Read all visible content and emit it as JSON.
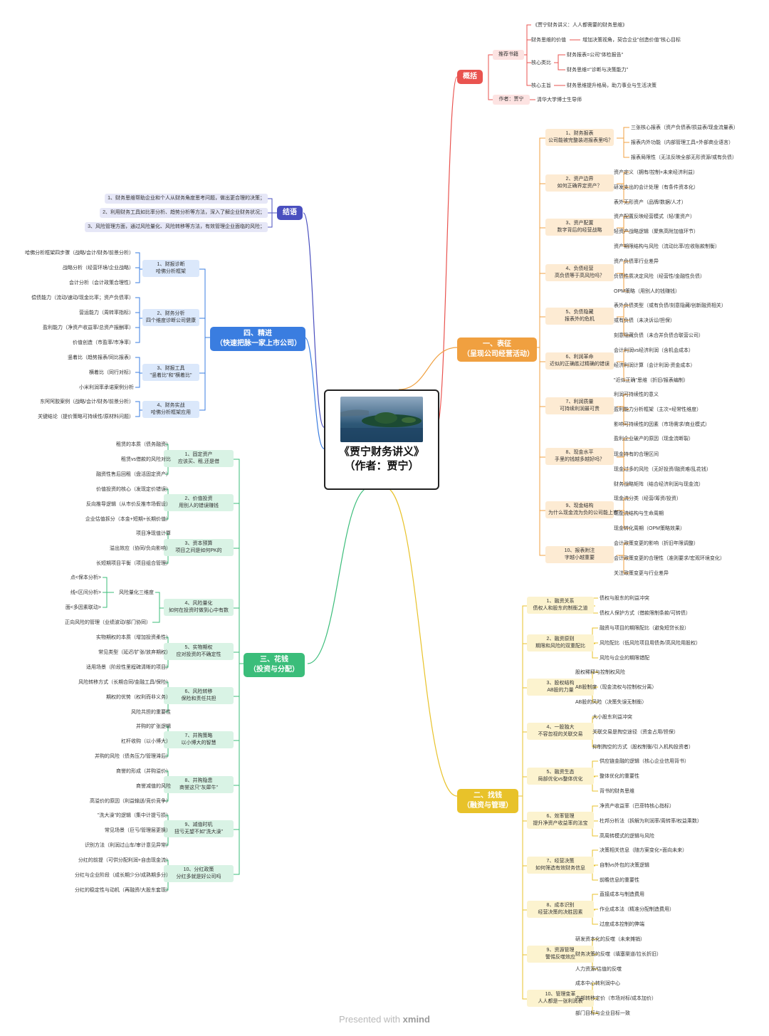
{
  "center": {
    "title_line1": "《贾宁财务讲义》",
    "title_line2": "（作者：贾宁）"
  },
  "watermark": {
    "prefix": "Presented with",
    "brand": "xmind"
  },
  "overview": {
    "label": "概括",
    "book": "推荐书籍",
    "author": "作者：贾宁",
    "author_detail": "清华大学博士生导师",
    "b1": "《贾宁财务讲义：人人都需要的财务思维》",
    "b2": "财务思维的价值",
    "b2d": "增加决策视角，契合企业\"创造价值\"核心目标",
    "b3": "核心类比",
    "b3a": "财务报表=公司\"体检报告\"",
    "b3b": "财务思维=\"诊断与决策能力\"",
    "b4": "核心主旨",
    "b4d": "财务思维提升格局，助力事业与生活决策"
  },
  "conclusion": {
    "label": "结语",
    "items": [
      "1、财务思维帮助企业和个人从财务角度思考问题，做出更合理的决策；",
      "2、利用财务工具如比率分析、趋势分析等方法，深入了解企业财务状况；",
      "3、风险管理方面，通过风险量化、风险转移等方法，有效管理企业面临的风险；"
    ]
  },
  "biaozheng": {
    "label1": "一、表征",
    "label2": "（呈现公司经营活动）",
    "groups": [
      {
        "t1": "1、财务报表",
        "t2": "公司能被完整装进报表里吗？",
        "leaves": [
          "三张核心报表（资产负债表/损益表/现金流量表）",
          "报表内外功能（内部管理工具+外部商业语言）",
          "报表局限性（无法反映全部无形资源/或有负债）"
        ]
      },
      {
        "t1": "2、资产边界",
        "t2": "如何正确界定资产？",
        "leaves": [
          "资产定义（拥有/控制+未来经济利益）",
          "研发支出的会计处理（有条件资本化）",
          "表外无形资产（品牌/数据/人才）"
        ]
      },
      {
        "t1": "3、资产配置",
        "t2": "数字背后的经营战略",
        "leaves": [
          "资产配置反映经营模式（轻/重资产）",
          "轻资产战略逻辑（聚焦高附加值环节）",
          "资产期限结构与风险（流动比率/应收账款制衡）"
        ]
      },
      {
        "t1": "4、负债经营",
        "t2": "高负债等于高风险吗？",
        "leaves": [
          "资产负债率行业差异",
          "负债性质决定风险（经营性/金融性负债）",
          "OPM策略（用别人的钱赚钱）"
        ]
      },
      {
        "t1": "5、负债隐藏",
        "t2": "报表外的危机",
        "leaves": [
          "表外负债类型（或有负债/刻意隐藏/创新融资相关）",
          "或有负债（未决诉讼/担保）",
          "刻意隐藏负债（未合并负债合联营公司）"
        ]
      },
      {
        "t1": "6、利润革命",
        "t2": "近似的正确胜过精确的错误",
        "leaves": [
          "会计利润vs经济利润（含机会成本）",
          "经济利润计算（会计利润-资金成本）",
          "\"近似正确\"思维（折旧/报表编制）"
        ]
      },
      {
        "t1": "7、利润质量",
        "t2": "可持续利润最可贵",
        "leaves": [
          "利润可持续性的意义",
          "盈利能力分析框架（主次+经常性维度）",
          "影响可持续性的因素（市场需求/商业模式）"
        ]
      },
      {
        "t1": "8、现金水平",
        "t2": "手里的钱越多越好吗？",
        "leaves": [
          "盈利企业破产的原因（现金流断裂）",
          "现金持有的合理区间",
          "现金过多的风险（无好投资/融资难/乱花钱）",
          "财务战略矩阵（结合经济利润与现金流）"
        ]
      },
      {
        "t1": "9、现金结构",
        "t2": "为什么现金流为负的公司能上市？",
        "leaves": [
          "现金流分类（经营/筹资/投资）",
          "现金流结构与生命周期",
          "现金转化周期（OPM策略效果）"
        ]
      },
      {
        "t1": "10、报表附注",
        "t2": "字越小越重要",
        "leaves": [
          "会计政策变更的影响（折旧年限调整）",
          "会计政策变更的合理性（准则要求/宏观环境变化）",
          "关注政策变更与行业差异"
        ]
      }
    ]
  },
  "zhaoqian": {
    "label1": "二、找钱",
    "label2": "（融资与管理）",
    "groups": [
      {
        "t1": "1、融资关系",
        "t2": "债权人和股东的制衡之道",
        "leaves": [
          "债权与股东的利益冲突",
          "债权人保护方式（借款限制条款/可转债）"
        ]
      },
      {
        "t1": "2、融资原则",
        "t2": "期限和风险的双重配比",
        "leaves": [
          "融资与项目的期限配比（避免短贷长投）",
          "风险配比（低风险项目用债务/高风险用股权）",
          "风险与企业的期限错配"
        ]
      },
      {
        "t1": "3、股权结构",
        "t2": "AB股的力量",
        "leaves": [
          "股权稀释与控制权风险",
          "AB股制度（现金流权与控制权分离）",
          "AB股的风险（决策失误无制衡）"
        ]
      },
      {
        "t1": "4、一股独大",
        "t2": "不容忽视的关联交易",
        "leaves": [
          "大小股东利益冲突",
          "关联交易是掏空途径（资金占用/担保）",
          "抑制掏空的方式（股权制衡/引入机构投资者）"
        ]
      },
      {
        "t1": "5、融资生态",
        "t2": "局部优化vs整体优化",
        "leaves": [
          "供应链金融的逻辑（核心企业信用背书）",
          "整体优化的重要性",
          "背书的财务思维"
        ]
      },
      {
        "t1": "6、效率管理",
        "t2": "提升净资产收益率的法宝",
        "leaves": [
          "净资产收益率（巴菲特核心指标）",
          "杜邦分析法（拆解为利润率/周转率/权益乘数）",
          "高周转模式的逻辑与风险"
        ]
      },
      {
        "t1": "7、经营决策",
        "t2": "如何筛选有效财务信息",
        "leaves": [
          "决策相关信息（随方案变化+面向未来）",
          "自制vs外包的决策逻辑",
          "前瞻信息的重要性"
        ]
      },
      {
        "t1": "8、成本识别",
        "t2": "经营决策的决胜因素",
        "leaves": [
          "直接成本与制造费用",
          "作业成本法（精准分配制造费用）",
          "过度成本控制的弊端"
        ]
      },
      {
        "t1": "9、资源管理",
        "t2": "警惕反噬效应",
        "leaves": [
          "研发资本化的反噬（未来摊销）",
          "财务决策的反噬（填塞渠道/拉长折旧）",
          "人力资源/估值的反噬"
        ]
      },
      {
        "t1": "10、管理变革",
        "t2": "人人都是一张利润表",
        "leaves": [
          "成本中心转利润中心",
          "内部转移定价（市场对标/成本加价）",
          "部门目标与企业目标一致"
        ]
      }
    ]
  },
  "huaqian": {
    "label1": "三、花钱",
    "label2": "（投资与分配）",
    "groups": [
      {
        "t1": "1、固定资产",
        "t2": "应该买、租,还是借",
        "leaves": [
          "租赁的本质（债务融资）",
          "租赁vs借款的风险对比",
          "融资性售后回租（盘活固定资产）"
        ]
      },
      {
        "t1": "2、价值投资",
        "t2": "用别人的错误赚钱",
        "leaves": [
          "价值投资的核心（发现定价错误）",
          "反向推导逻辑（从市价反推市场假设）",
          "企业估值拆分（本金+短期+长期价值）"
        ]
      },
      {
        "t1": "3、资本预算",
        "t2": "项目之间是如何PK的",
        "leaves": [
          "项目净现值计算",
          "溢出效应（协同/负向影响）",
          "长短期项目平衡（项目组合管理）"
        ]
      },
      {
        "t1": "4、风险量化",
        "t2": "如何在投资时做到心中有数",
        "mid": "风险量化三维度",
        "leaves": [
          "点<保本分析>",
          "线<区间分析>",
          "面<多因素联动>",
          "正向风险的管理（业绩波动/部门协同）"
        ]
      },
      {
        "t1": "5、实物期权",
        "t2": "应对投资的不确定性",
        "leaves": [
          "实物期权的本质（增加投资柔性）",
          "常见类型（延迟/扩张/放弃期权）",
          "适用场景（阶段性里程碑清晰的项目）"
        ]
      },
      {
        "t1": "6、风险转移",
        "t2": "保险和责任共担",
        "leaves": [
          "风险转移方式（长期合同/金融工具/保险）",
          "期权的优势（权利而非义务）",
          "风险共担的重要性"
        ]
      },
      {
        "t1": "7、并购策略",
        "t2": "以小博大的智慧",
        "leaves": [
          "并购的扩张逻辑",
          "杠杆收购（以小博大）",
          "并购的风险（债务压力/管理滞后）"
        ]
      },
      {
        "t1": "8、并购隐患",
        "t2": "商誉这只\"灰犀牛\"",
        "leaves": [
          "商誉的形成（并购溢价）",
          "商誉减值的风险",
          "高溢价的原因（利益输送/竞价竞争）"
        ]
      },
      {
        "t1": "9、减值时机",
        "t2": "扭亏无望不如\"洗大澡\"",
        "leaves": [
          "\"洗大澡\"的逻辑（集中计提亏损）",
          "常见场景（巨亏/管理层更换）",
          "识别方法（利润过山车/审计意见异常）"
        ]
      },
      {
        "t1": "10、分红政策",
        "t2": "分红多就是好公司吗",
        "leaves": [
          "分红的前提（可供分配利润+自由现金流）",
          "分红与企业阶段（成长期少分/成熟期多分）",
          "分红的稳定性与动机（再融资/大股东套现）"
        ]
      }
    ]
  },
  "jingjin": {
    "label1": "四、精进",
    "label2": "（快速把脉一家上市公司）",
    "groups": [
      {
        "t1": "1、财报诊断",
        "t2": "哈佛分析框架",
        "leaves": [
          "哈佛分析框架四步骤（战略/会计/财务/前景分析）",
          "战略分析（经营环境/企业战略）",
          "会计分析（会计政策合理性）"
        ]
      },
      {
        "t1": "2、财务分析",
        "t2": "四个维度诊断公司健康",
        "leaves": [
          "偿债能力（流动/速动/现金比率；资产负债率）",
          "营运能力（周转率指标）",
          "盈利能力（净资产收益率/总资产报酬率）",
          "价值创造（市盈率/市净率）"
        ]
      },
      {
        "t1": "3、财报工具",
        "t2": "\"竖着比\"和\"横着比\"",
        "leaves": [
          "竖着比（趋势报表/同比报表）",
          "横着比（同行对标）",
          "小米利润率承诺案例分析"
        ]
      },
      {
        "t1": "4、财务实战",
        "t2": "哈佛分析框架应用",
        "leaves": [
          "东阿阿胶案例（战略/会计/财务/前景分析）",
          "关键结论（提价策略可持续性/原材料问题）"
        ]
      }
    ]
  }
}
